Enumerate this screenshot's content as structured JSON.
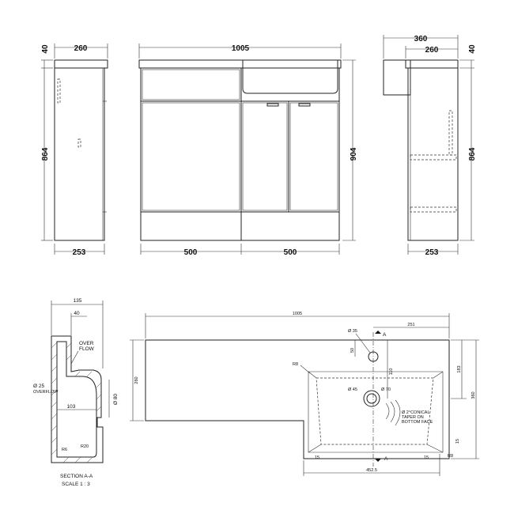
{
  "side_view_left": {
    "top_width": "260",
    "depth_width": "253",
    "worktop_height": "40",
    "height": "864"
  },
  "front_view": {
    "total_width": "1005",
    "left_width": "500",
    "right_width": "500",
    "total_height": "904"
  },
  "side_view_right": {
    "overall_depth": "360",
    "top_width": "260",
    "depth_width": "253",
    "worktop_height": "40",
    "height": "864"
  },
  "section": {
    "width_total": "135",
    "width_inner": "40",
    "overflow_label_1": "OVER",
    "overflow_label_2": "FLOW",
    "dia_overflow": "Ø 25",
    "overflow_sub": "OVERFLOW",
    "dia_80": "Ø 80",
    "depth_103": "103",
    "r_left": "R6",
    "r_right": "R20",
    "title": "SECTION A-A",
    "scale": "SCALE 1 : 3"
  },
  "plan": {
    "total_width": "1005",
    "tap_hole": "Ø 35",
    "offset_251": "251",
    "dim_50": "50",
    "dim_110": "110",
    "dim_183": "183",
    "dim_360": "360",
    "dim_260": "260",
    "r8_top": "R8",
    "r8_bottom": "R8",
    "waste_45": "Ø 45",
    "waste_70": "Ø 70",
    "taper_note_1": "Ø 2°CONICAL",
    "taper_note_2": "TAPER ON",
    "taper_note_3": "BOTTOM FACE",
    "dim_15_left": "15",
    "dim_15_bottom": "15",
    "dim_15_right": "15",
    "dim_452": "452.5",
    "section_marker_top": "A",
    "section_marker_bottom": "A"
  }
}
